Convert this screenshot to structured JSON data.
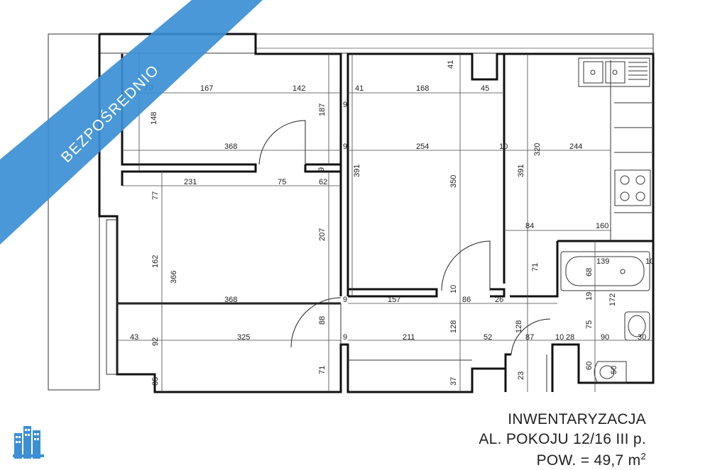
{
  "banner": {
    "text": "BEZPOŚREDNIO",
    "color": "#3b8fd4"
  },
  "title": {
    "line1": "INWENTARYZACJA",
    "line2": "AL. POKOJU 12/16 III p.",
    "line3_prefix": "POW. = 49,7 m",
    "line3_sup": "2"
  },
  "dimensions": {
    "d_20": "20",
    "d_167": "167",
    "d_142": "142",
    "d_41a": "41",
    "d_168": "168",
    "d_45": "45",
    "d_41b": "41",
    "d_148": "148",
    "d_187": "187",
    "d_9a": "9",
    "d_9b": "9",
    "d_368a": "368",
    "d_254": "254",
    "d_10a": "10",
    "d_320": "320",
    "d_244": "244",
    "d_9c": "9",
    "d_231": "231",
    "d_75a": "75",
    "d_62": "62",
    "d_391a": "391",
    "d_350": "350",
    "d_391b": "391",
    "d_77": "77",
    "d_207": "207",
    "d_84": "84",
    "d_160": "160",
    "d_139": "139",
    "d_10b": "10",
    "d_68": "68",
    "d_162": "162",
    "d_366": "366",
    "d_71a": "71",
    "d_10c": "10",
    "d_19": "19",
    "d_172": "172",
    "d_368b": "368",
    "d_9d": "9",
    "d_157": "157",
    "d_86": "86",
    "d_26": "26",
    "d_88": "88",
    "d_75b": "75",
    "d_128a": "128",
    "d_128b": "128",
    "d_43": "43",
    "d_92": "92",
    "d_325": "325",
    "d_9e": "9",
    "d_211": "211",
    "d_52": "52",
    "d_87": "87",
    "d_10d": "10",
    "d_28": "28",
    "d_90": "90",
    "d_30": "30",
    "d_71b": "71",
    "d_60": "60",
    "d_23": "23",
    "d_50": "50",
    "d_35": "35",
    "d_37": "37"
  }
}
